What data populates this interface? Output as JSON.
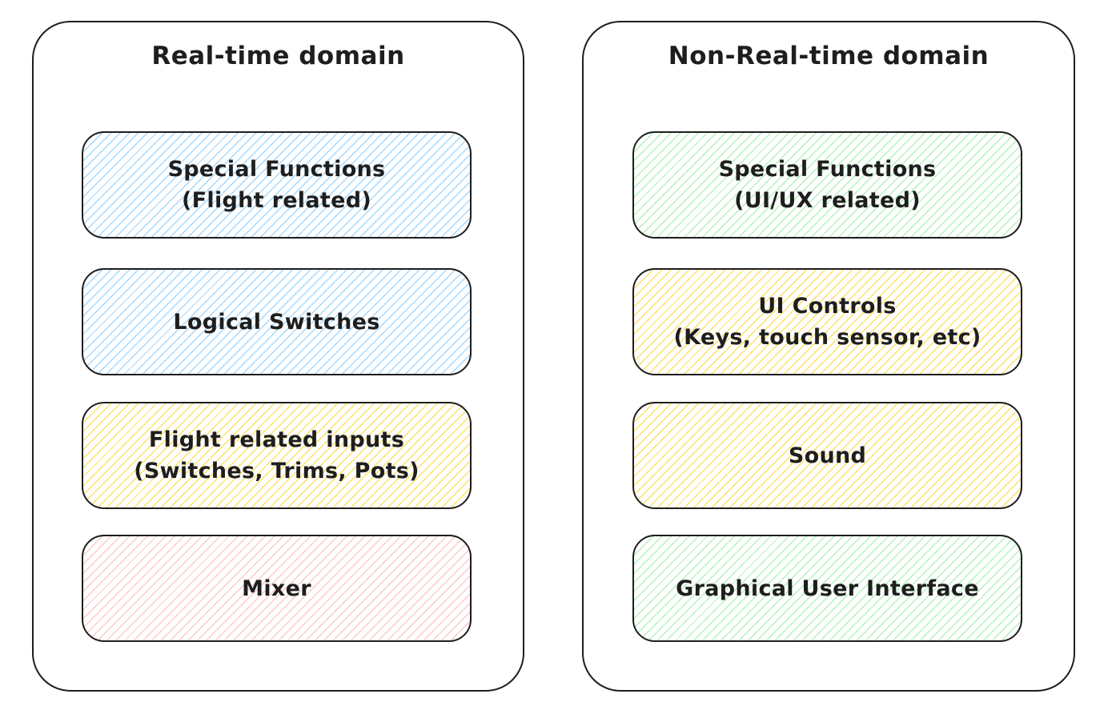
{
  "canvas": {
    "background": "#ffffff",
    "stroke_color": "#1e1e1e",
    "fill_style": "diagonal-hachure",
    "hatch_colors": {
      "blue": "#a5d8ff",
      "yellow": "#ffe066",
      "red": "#ffc9c9",
      "green": "#b2f2bb"
    }
  },
  "columns": [
    {
      "title": "Real-time domain",
      "boxes": [
        {
          "line1": "Special Functions",
          "line2": "(Flight related)",
          "fill": "#a5d8ff"
        },
        {
          "line1": "Logical Switches",
          "line2": "",
          "fill": "#a5d8ff"
        },
        {
          "line1": "Flight related inputs",
          "line2": "(Switches, Trims, Pots)",
          "fill": "#ffe066"
        },
        {
          "line1": "Mixer",
          "line2": "",
          "fill": "#ffc9c9"
        }
      ]
    },
    {
      "title": "Non-Real-time domain",
      "boxes": [
        {
          "line1": "Special Functions",
          "line2": "(UI/UX related)",
          "fill": "#b2f2bb"
        },
        {
          "line1": "UI Controls",
          "line2": "(Keys, touch sensor, etc)",
          "fill": "#ffe066"
        },
        {
          "line1": "Sound",
          "line2": "",
          "fill": "#ffe066"
        },
        {
          "line1": "Graphical User Interface",
          "line2": "",
          "fill": "#b2f2bb"
        }
      ]
    }
  ]
}
